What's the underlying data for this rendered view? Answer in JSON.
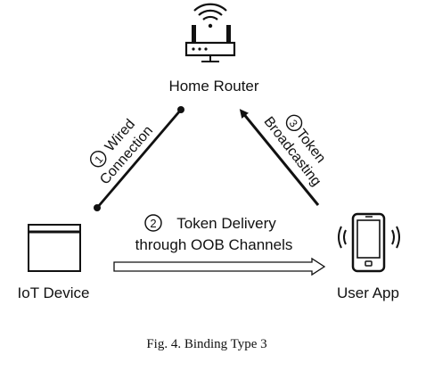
{
  "nodes": {
    "router": {
      "label": "Home Router"
    },
    "iot": {
      "label": "IoT Device"
    },
    "app": {
      "label": "User App"
    }
  },
  "edges": {
    "wired": {
      "num": "1",
      "line1": "Wired",
      "line2": "Connection"
    },
    "oob": {
      "num": "2",
      "line1": "Token Delivery",
      "line2": "through OOB Channels"
    },
    "broadcast": {
      "num": "3",
      "line1": "Token",
      "line2": "Broadcasting"
    }
  },
  "caption": "Fig. 4. Binding Type 3"
}
